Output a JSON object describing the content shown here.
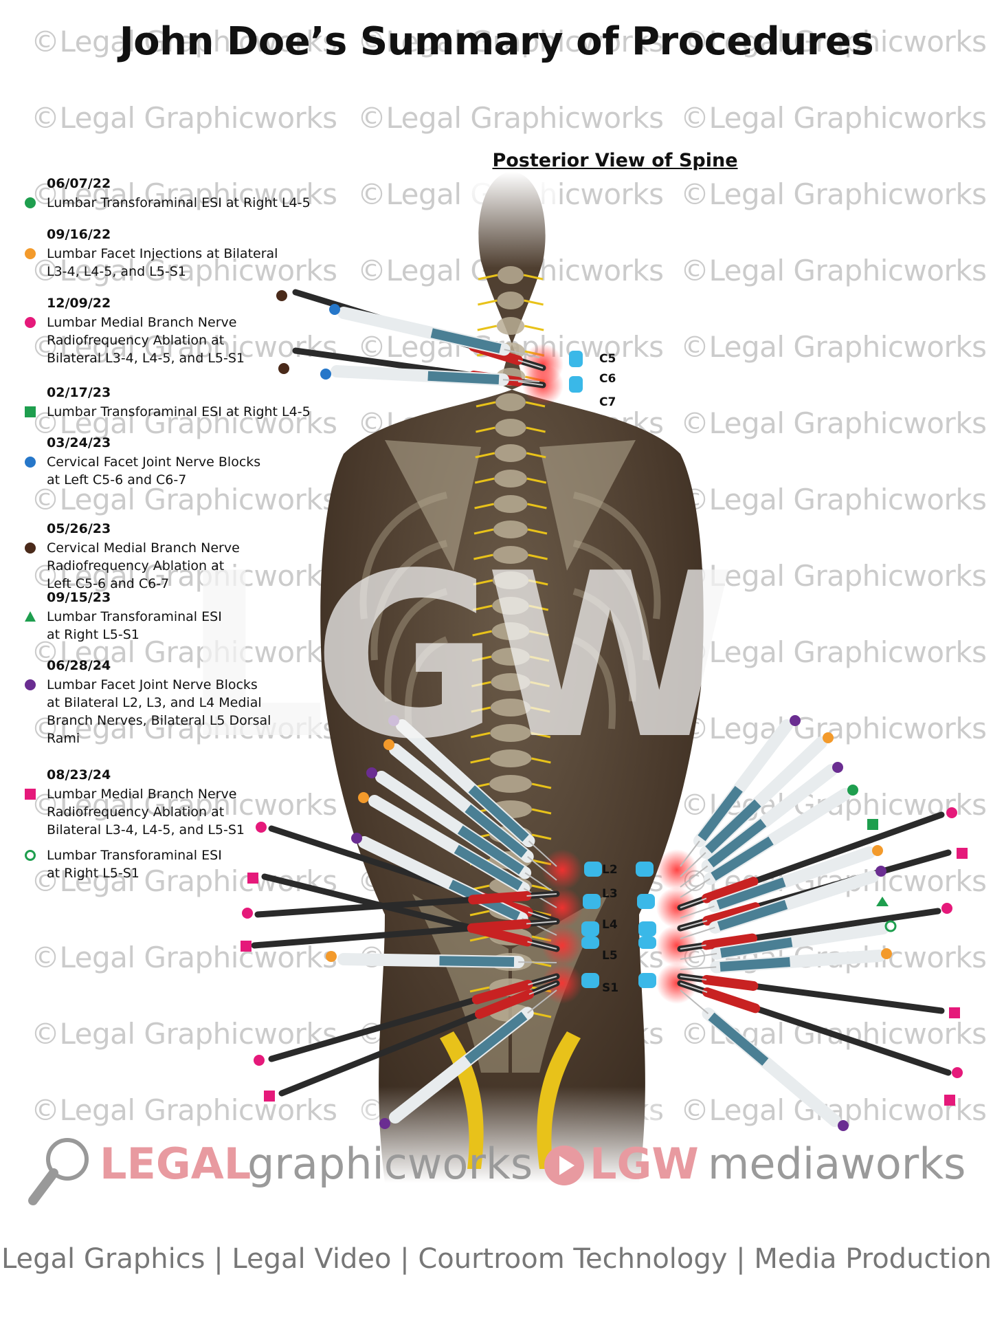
{
  "title": "John Doe’s Summary of Procedures",
  "subtitle": "Posterior View of Spine",
  "watermark": "©Legal Graphicworks",
  "big_watermark": "LGW",
  "legend": [
    {
      "date": "06/07/22",
      "lines": [
        "Lumbar Transforaminal ESI at Right L4-5"
      ],
      "marker": "circle",
      "color": "#1e9e4e"
    },
    {
      "date": "09/16/22",
      "lines": [
        "Lumbar Facet Injections at Bilateral",
        "L3-4, L4-5, and L5-S1"
      ],
      "marker": "circle",
      "color": "#f39a2b"
    },
    {
      "date": "12/09/22",
      "lines": [
        "Lumbar Medial Branch Nerve",
        "Radiofrequency Ablation at",
        "Bilateral L3-4, L4-5, and L5-S1"
      ],
      "marker": "circle",
      "color": "#e5197a"
    },
    {
      "date": "02/17/23",
      "lines": [
        "Lumbar Transforaminal ESI at Right L4-5"
      ],
      "marker": "square",
      "color": "#1e9e4e"
    },
    {
      "date": "03/24/23",
      "lines": [
        "Cervical Facet Joint Nerve Blocks",
        "at Left C5-6 and C6-7"
      ],
      "marker": "circle",
      "color": "#2677c9"
    },
    {
      "date": "05/26/23",
      "lines": [
        "Cervical Medial Branch Nerve",
        "Radiofrequency Ablation at",
        "Left C5-6 and C6-7"
      ],
      "marker": "circle",
      "color": "#4a2a1a"
    },
    {
      "date": "09/15/23",
      "lines": [
        "Lumbar Transforaminal ESI",
        "at Right L5-S1"
      ],
      "marker": "triangle",
      "color": "#1e9e4e"
    },
    {
      "date": "06/28/24",
      "lines": [
        "Lumbar Facet Joint Nerve Blocks",
        "at Bilateral L2, L3, and L4 Medial",
        "Branch Nerves, Bilateral L5 Dorsal",
        "Rami"
      ],
      "marker": "circle",
      "color": "#6a2d91"
    },
    {
      "date": "08/23/24",
      "lines": [
        "Lumbar Medial Branch Nerve",
        "Radiofrequency Ablation at",
        "Bilateral L3-4, L4-5, and L5-S1"
      ],
      "marker": "square",
      "color": "#e5197a"
    },
    {
      "date": "",
      "lines": [
        "Lumbar Transforaminal ESI",
        "at Right L5-S1"
      ],
      "marker": "ring",
      "color": "#1e9e4e"
    }
  ],
  "vertebra_labels": {
    "cervical": [
      "C5",
      "C6",
      "C7"
    ],
    "lumbar": [
      "L2",
      "L3",
      "L4",
      "L5",
      "S1"
    ]
  },
  "footer": {
    "brand_legal": "LEGAL",
    "brand_graphicworks": "graphicworks",
    "brand_lgw": "LGW",
    "brand_mediaworks": "mediaworks",
    "tagline": "Legal Graphics | Legal Video | Courtroom Technology | Media Production"
  },
  "colors": {
    "skin": "#4a3a2c",
    "nerve": "#e8c21a",
    "highlight": "#3ab8e8",
    "needle_red": "#c82222"
  }
}
